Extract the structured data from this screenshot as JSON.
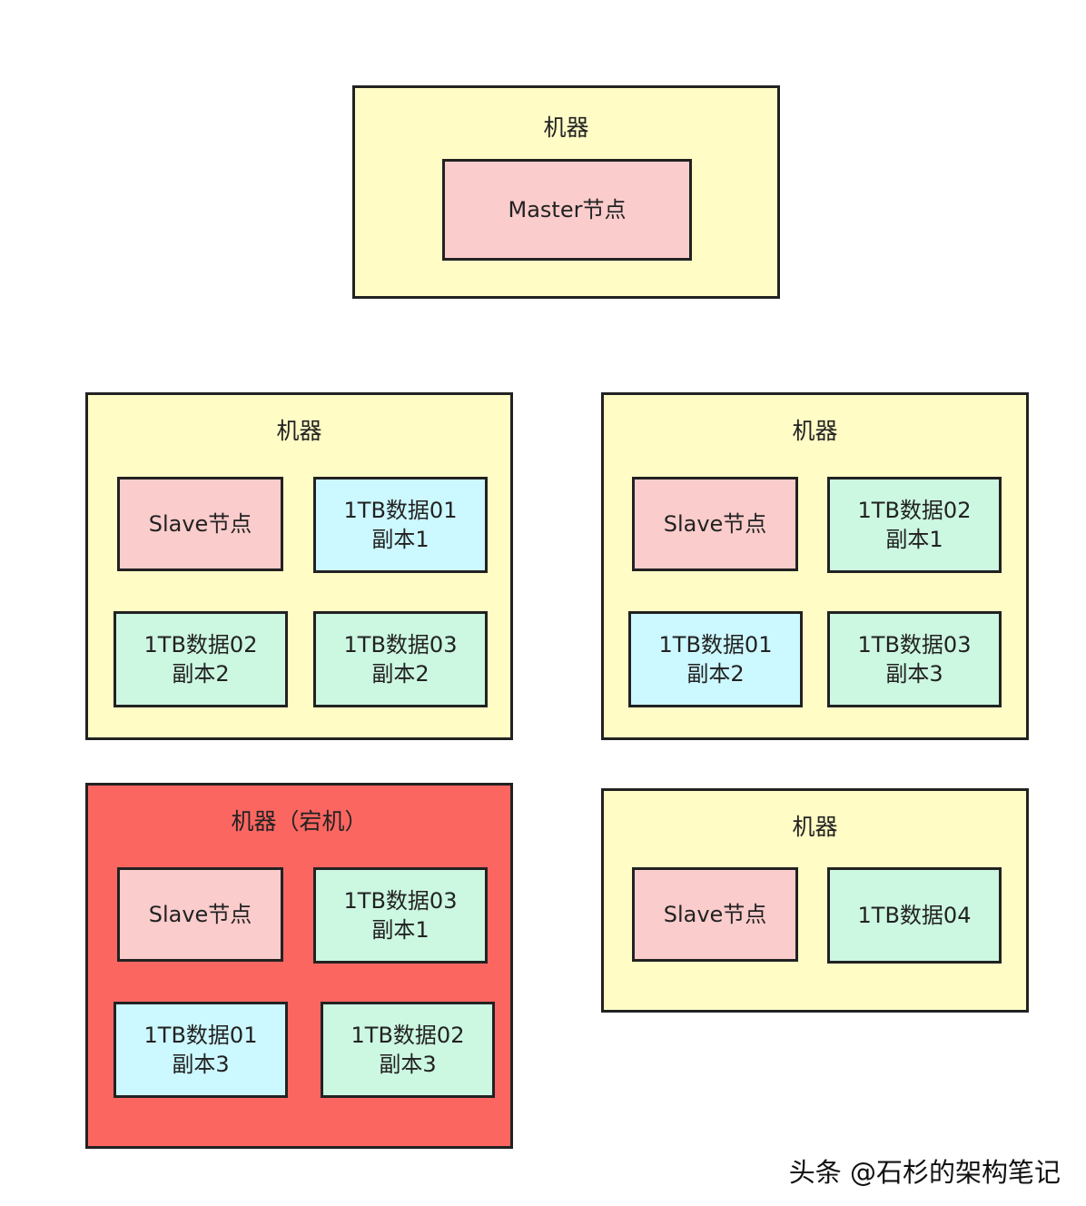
{
  "master_machine": {
    "title": "机器",
    "master_node": "Master节点"
  },
  "machine_1": {
    "title": "机器",
    "slave": "Slave节点",
    "block_a": {
      "line1": "1TB数据01",
      "line2": "副本1"
    },
    "block_b": {
      "line1": "1TB数据02",
      "line2": "副本2"
    },
    "block_c": {
      "line1": "1TB数据03",
      "line2": "副本2"
    }
  },
  "machine_2": {
    "title": "机器",
    "slave": "Slave节点",
    "block_a": {
      "line1": "1TB数据02",
      "line2": "副本1"
    },
    "block_b": {
      "line1": "1TB数据01",
      "line2": "副本2"
    },
    "block_c": {
      "line1": "1TB数据03",
      "line2": "副本3"
    }
  },
  "machine_down": {
    "title": "机器（宕机）",
    "slave": "Slave节点",
    "block_a": {
      "line1": "1TB数据03",
      "line2": "副本1"
    },
    "block_b": {
      "line1": "1TB数据01",
      "line2": "副本3"
    },
    "block_c": {
      "line1": "1TB数据02",
      "line2": "副本3"
    }
  },
  "machine_new": {
    "title": "机器",
    "slave": "Slave节点",
    "block_a": "1TB数据04"
  },
  "watermark": "头条 @石杉的架构笔记",
  "colors": {
    "machine": "#fffcc6",
    "machine_down": "#fc6661",
    "node": "#fbcccc",
    "replica_blue": "#ccf8ff",
    "replica_green": "#ccf7e1",
    "border": "#222222"
  }
}
